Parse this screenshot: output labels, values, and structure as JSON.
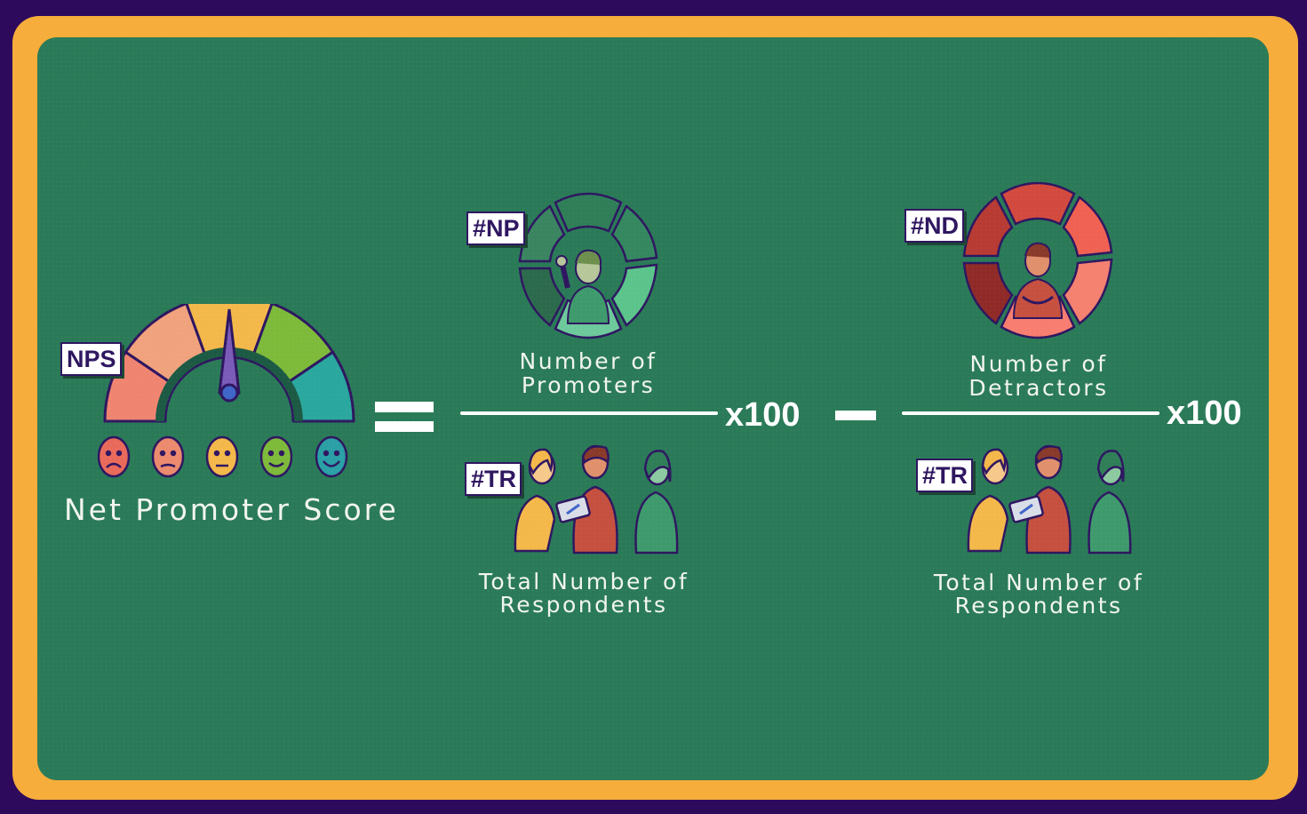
{
  "nps": {
    "tag": "NPS",
    "title": "Net Promoter Score",
    "segment_colors": [
      "#ef8470",
      "#f0a27c",
      "#f4b84a",
      "#7dba3a",
      "#2aa79e"
    ],
    "needle_color": "#7a5bb8",
    "face_colors": [
      "#e96a5a",
      "#ec8a6e",
      "#f4b84a",
      "#7dba3a",
      "#2aa0a6"
    ],
    "face_moods": [
      "very-sad",
      "sad",
      "neutral",
      "happy",
      "very-happy"
    ]
  },
  "equals_symbol": "=",
  "minus_symbol": "−",
  "promoters": {
    "tag": "#NP",
    "label_line1": "Number of",
    "label_line2": "Promoters",
    "wheel_colors": [
      "#2f7e58",
      "#34875f",
      "#3e9a6c",
      "#5bc48b",
      "#6dc99b",
      "#2c6a4c",
      "#3a8460"
    ]
  },
  "detractors": {
    "tag": "#ND",
    "label_line1": "Number of",
    "label_line2": "Detractors",
    "wheel_colors": [
      "#d2493e",
      "#e04d41",
      "#f06152",
      "#f58170",
      "#f77d70",
      "#8f2a28",
      "#b73a33"
    ]
  },
  "respondents_left": {
    "tag": "#TR",
    "label_line1": "Total Number of",
    "label_line2": "Respondents"
  },
  "respondents_right": {
    "tag": "#TR",
    "label_line1": "Total Number of",
    "label_line2": "Respondents"
  },
  "multiplier_left": "x100",
  "multiplier_right": "x100",
  "colors": {
    "frame": "#f7ad3b",
    "background": "#2e0a5c",
    "board": "#2a7a58",
    "tag_text": "#2e1660",
    "line": "#ffffff"
  }
}
